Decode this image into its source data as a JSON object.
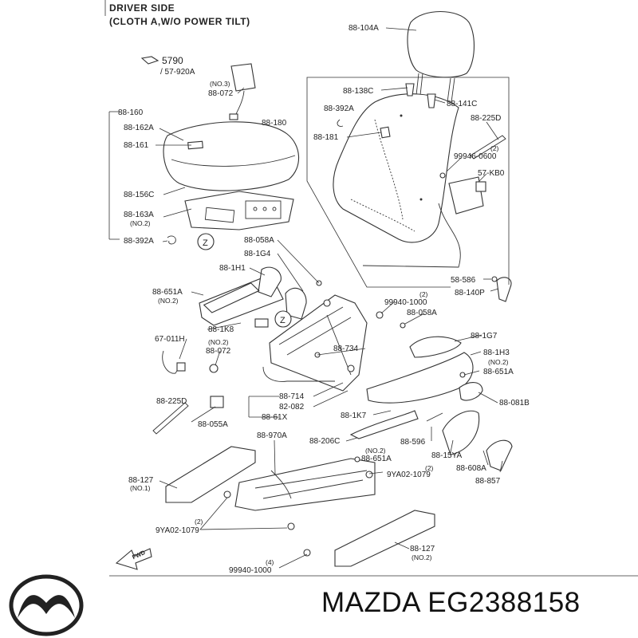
{
  "header": {
    "line1": "DRIVER SIDE",
    "line2": "(CLOTH A,W/O POWER TILT)"
  },
  "labels": {
    "l5790": "5790",
    "l57920a": "/ 57-920A",
    "no3": "(NO.3)",
    "l88072a": "88-072",
    "l88104a": "88-104A",
    "l88160": "88-160",
    "l88162a": "88-162A",
    "l88161": "88-161",
    "l88156c": "88-156C",
    "l88163a": "88-163A",
    "no2a": "(NO.2)",
    "l88392a_left": "88-392A",
    "l88180": "88-180",
    "l88138c": "88-138C",
    "l88141c": "88-141C",
    "l88392a_mid": "88-392A",
    "l88225d_top": "88-225D",
    "l88181": "88-181",
    "n2a": "(2)",
    "l999460600": "99946-0600",
    "l57kb0": "57-KB0",
    "l58586": "58-586",
    "l88140p": "88-140P",
    "l88058a_top": "88-058A",
    "l881g4": "88-1G4",
    "l881h1": "88-1H1",
    "l88651a_left": "88-651A",
    "no2b": "(NO.2)",
    "n2b": "(2)",
    "l999401000_mid": "99940-1000",
    "l88058a_mid": "88-058A",
    "l881k8": "88-1K8",
    "l67011h": "67-011H",
    "no2c": "(NO.2)",
    "l88072b": "88-072",
    "l88734": "88-734",
    "l881g7": "88-1G7",
    "l881h3": "88-1H3",
    "no2d": "(NO.2)",
    "l88651a_right": "88-651A",
    "l88225d_left": "88-225D",
    "l88055a": "88-055A",
    "l88714": "88-714",
    "l82082": "82-082",
    "l8861x": "88-61X",
    "l88081b": "88-081B",
    "l881k7": "88-1K7",
    "l88970a": "88-970A",
    "l88206c": "88-206C",
    "l88596": "88-596",
    "no2e": "(NO.2)",
    "l88651a_low": "88-651A",
    "l8815ya": "88-15YA",
    "n2c": "(2)",
    "l9ya021079_right": "9YA02-1079",
    "l88608a": "88-608A",
    "l88857": "88-857",
    "l88127_left": "88-127",
    "no1": "(NO.1)",
    "n2d": "(2)",
    "l9ya021079_left": "9YA02-1079",
    "l88127_right": "88-127",
    "no2f": "(NO.2)",
    "n4": "(4)",
    "l999401000_low": "99940-1000",
    "fwd": "FWD",
    "z1": "Z",
    "z2": "Z"
  },
  "brand": {
    "logo_icon": "mazda-logo-icon",
    "part_text": "MAZDA EG2388158"
  }
}
